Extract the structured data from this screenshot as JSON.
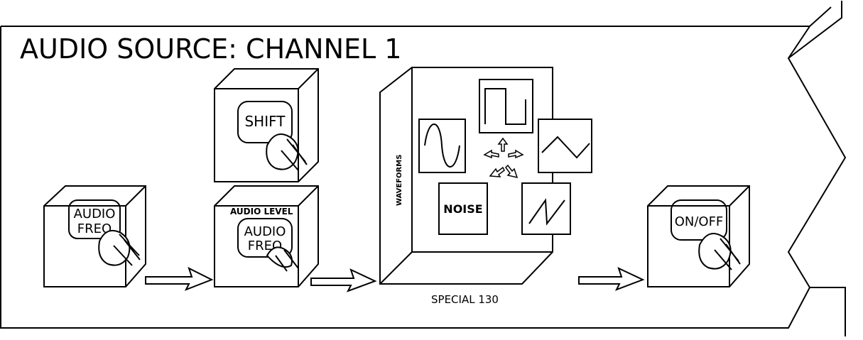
{
  "diagram": {
    "title": "AUDIO SOURCE: CHANNEL 1",
    "keys": {
      "audio_freq_first": "AUDIO FREQ",
      "shift": "SHIFT",
      "audio_level_label": "AUDIO LEVEL",
      "audio_freq_second": "AUDIO FREQ",
      "on_off": "ON/OFF"
    },
    "waveforms_panel": {
      "side_label": "WAVEFORMS",
      "noise_label": "NOISE",
      "waveform_icons": [
        "sine-wave-icon",
        "square-wave-icon",
        "triangle-wave-icon",
        "noise-block",
        "sawtooth-wave-icon"
      ]
    },
    "footer_label": "SPECIAL 130"
  }
}
